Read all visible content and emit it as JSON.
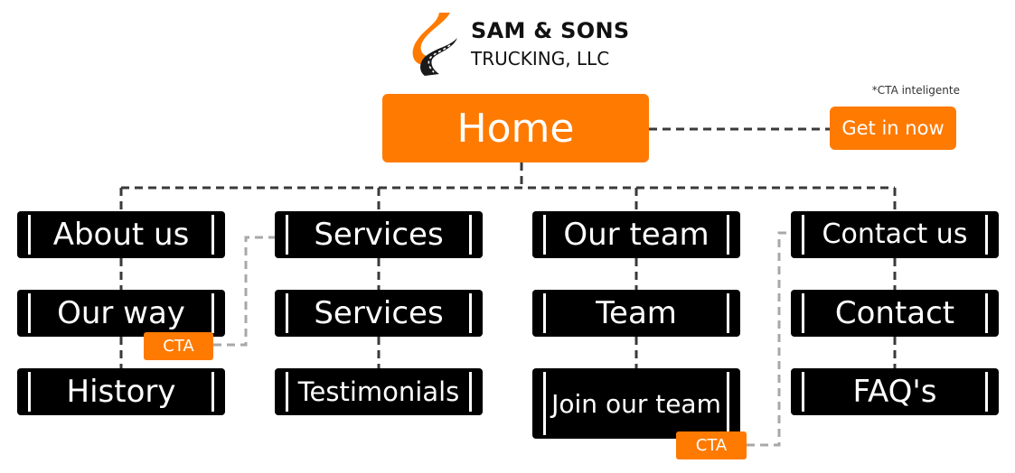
{
  "brand": {
    "name": "SAM & SONS",
    "subtitle": "TRUCKING, LLC",
    "logo_icon": "road-s-curve-icon",
    "colors": {
      "accent": "#ff7a00",
      "node": "#000000",
      "road": "#1a1a1a"
    }
  },
  "home": {
    "label": "Home"
  },
  "smart_cta": {
    "note": "*CTA inteligente",
    "label": "Get in now"
  },
  "columns": [
    {
      "id": "about",
      "items": [
        "About us",
        "Our way",
        "History"
      ]
    },
    {
      "id": "services",
      "items": [
        "Services",
        "Services",
        "Testimonials"
      ]
    },
    {
      "id": "team",
      "items": [
        "Our team",
        "Team",
        "Join our team"
      ]
    },
    {
      "id": "contact",
      "items": [
        "Contact us",
        "Contact",
        "FAQ's"
      ]
    }
  ],
  "cta_badges": [
    {
      "label": "CTA",
      "attached_to": "Our way"
    },
    {
      "label": "CTA",
      "attached_to": "Join our team"
    }
  ]
}
